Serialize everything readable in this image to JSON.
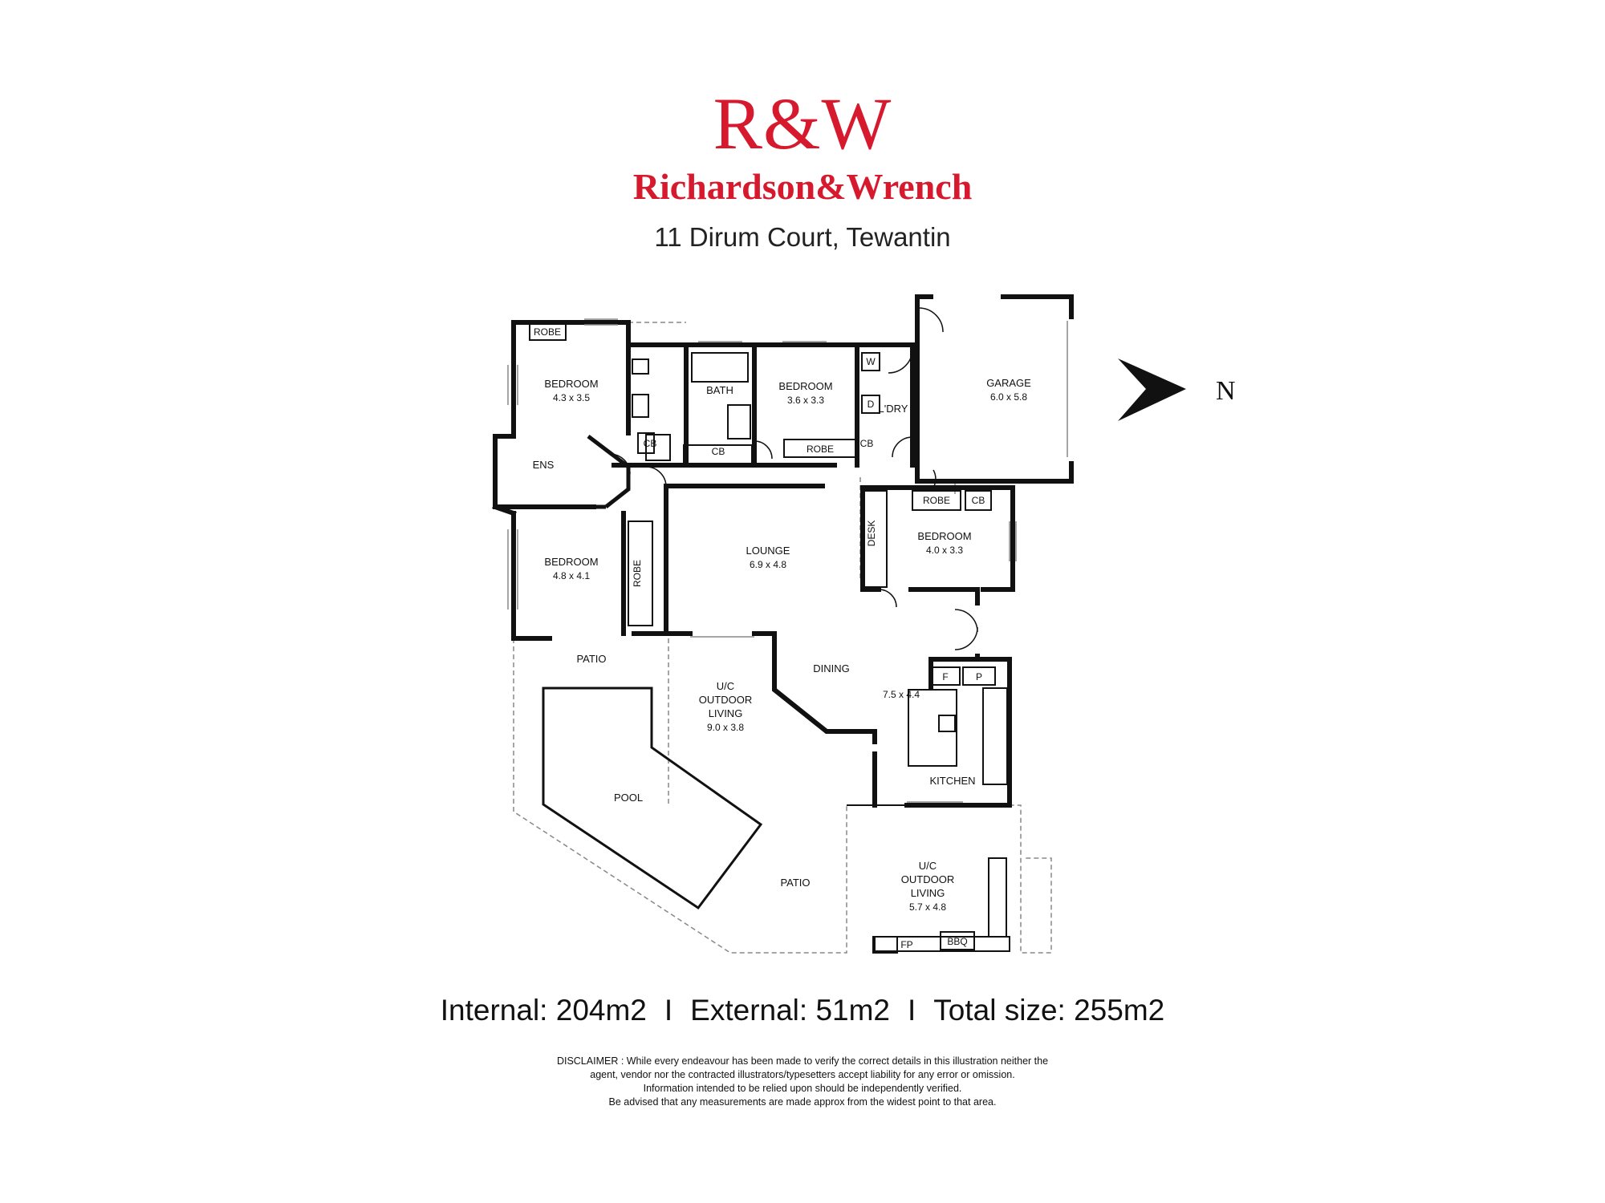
{
  "header": {
    "logo_mark": "R&W",
    "brand_name": "Richardson&Wrench",
    "address": "11 Dirum Court, Tewantin"
  },
  "compass": {
    "label": "N",
    "icon": "north-arrow-icon"
  },
  "rooms": {
    "bedroom_nw": {
      "label": "BEDROOM",
      "dim": "4.3 x 3.5"
    },
    "bath": {
      "label": "BATH"
    },
    "bedroom_n": {
      "label": "BEDROOM",
      "dim": "3.6 x 3.3"
    },
    "laundry": {
      "label": "L'DRY"
    },
    "garage": {
      "label": "GARAGE",
      "dim": "6.0 x 5.8"
    },
    "ensuite": {
      "label": "ENS"
    },
    "bedroom_w": {
      "label": "BEDROOM",
      "dim": "4.8 x 4.1"
    },
    "lounge": {
      "label": "LOUNGE",
      "dim": "6.9 x 4.8"
    },
    "bedroom_e": {
      "label": "BEDROOM",
      "dim": "4.0 x 3.3"
    },
    "dining": {
      "label": "DINING"
    },
    "kitchen_dim": {
      "dim": "7.5 x 4.4"
    },
    "kitchen": {
      "label": "KITCHEN"
    },
    "outdoor_w": {
      "line1": "U/C",
      "line2": "OUTDOOR",
      "line3": "LIVING",
      "dim": "9.0 x 3.8"
    },
    "outdoor_e": {
      "line1": "U/C",
      "line2": "OUTDOOR",
      "line3": "LIVING",
      "dim": "5.7 x 4.8"
    },
    "patio_top": {
      "label": "PATIO"
    },
    "patio_bottom": {
      "label": "PATIO"
    },
    "pool": {
      "label": "POOL"
    }
  },
  "fixtures": {
    "robe_nw": "ROBE",
    "robe_n": "ROBE",
    "robe_e": "ROBE",
    "robe_w": "ROBE",
    "cb_1": "CB",
    "cb_2": "CB",
    "cb_3": "CB",
    "cb_4": "CB",
    "washer": "W",
    "dryer": "D",
    "desk": "DESK",
    "fridge": "F",
    "pantry": "P",
    "fireplace": "FP",
    "bbq": "BBQ"
  },
  "summary": {
    "internal": "Internal: 204m2",
    "external": "External: 51m2",
    "total": "Total size: 255m2",
    "separator": "I"
  },
  "disclaimer": {
    "line1": "DISCLAIMER : While every endeavour has been made to verify the correct details in this illustration neither the",
    "line2": "agent, vendor nor the contracted illustrators/typesetters accept liability for any error or omission.",
    "line3": "Information intended to be relied upon should be independently verified.",
    "line4": "Be advised that any measurements are made approx from the widest point to that area."
  },
  "colors": {
    "brand_red": "#d7192e",
    "wall": "#111111",
    "dashed": "#888888"
  }
}
